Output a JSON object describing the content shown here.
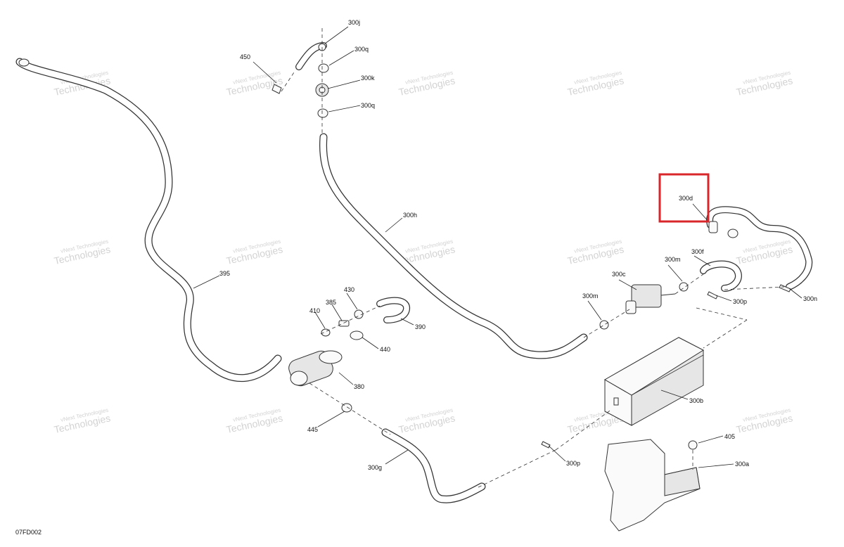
{
  "figure_code": "07FD002",
  "watermark_text": [
    "vNext",
    "Technologies"
  ],
  "highlight_color": "#d9262b",
  "labels": {
    "p300j": "300j",
    "p300q_top": "300q",
    "p300k": "300k",
    "p300q_bottom": "300q",
    "p450": "450",
    "p300h": "300h",
    "p395": "395",
    "p430": "430",
    "p385": "385",
    "p410": "410",
    "p390": "390",
    "p440": "440",
    "p380": "380",
    "p445": "445",
    "p300g": "300g",
    "p300p_bottom": "300p",
    "p300d": "300d",
    "p300f": "300f",
    "p300m_right": "300m",
    "p300c": "300c",
    "p300m_left": "300m",
    "p300p_right": "300p",
    "p300n": "300n",
    "p300b": "300b",
    "p405": "405",
    "p300a": "300a"
  }
}
